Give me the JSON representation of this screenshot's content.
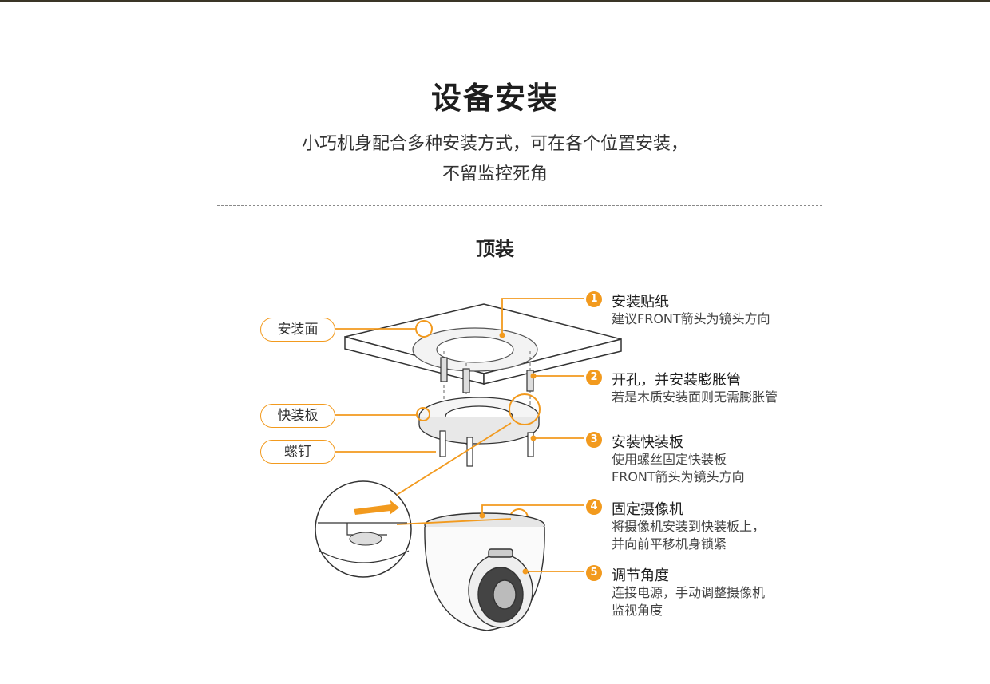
{
  "header": {
    "title": "设备安装",
    "subtitle_line1": "小巧机身配合多种安装方式，可在各个位置安装，",
    "subtitle_line2": "不留监控死角"
  },
  "section": {
    "title": "顶装"
  },
  "labels": {
    "mount_surface": "安装面",
    "quick_plate": "快装板",
    "screw": "螺钉"
  },
  "steps": [
    {
      "num": "1",
      "title": "安装贴纸",
      "desc": [
        "建议FRONT箭头为镜头方向"
      ]
    },
    {
      "num": "2",
      "title": "开孔，并安装膨胀管",
      "desc": [
        "若是木质安装面则无需膨胀管"
      ]
    },
    {
      "num": "3",
      "title": "安装快装板",
      "desc": [
        "使用螺丝固定快装板",
        "FRONT箭头为镜头方向"
      ]
    },
    {
      "num": "4",
      "title": "固定摄像机",
      "desc": [
        "将摄像机安装到快装板上，",
        "并向前平移机身锁紧"
      ]
    },
    {
      "num": "5",
      "title": "调节角度",
      "desc": [
        "连接电源，手动调整摄像机",
        "监视角度"
      ]
    }
  ],
  "colors": {
    "accent": "#f29a1e",
    "line": "#333333",
    "top_bar": "#3a3526"
  }
}
